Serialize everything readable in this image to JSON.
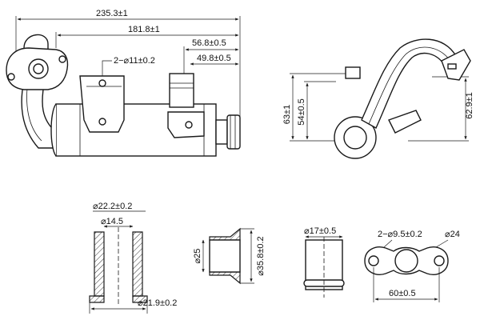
{
  "dimensions": {
    "overall_length": "235.3±1",
    "body_length": "181.8±1",
    "port_offset_a": "56.8±0.5",
    "port_offset_b": "49.8±0.5",
    "bracket_holes": "2−⌀11±0.2",
    "side_height_total": "63±1",
    "side_height_mid": "54±0.5",
    "side_height_flange": "62.9±1",
    "fitting_outer_dia": "⌀22.2±0.2",
    "fitting_inner_dia": "⌀14.5",
    "fitting_base_dia": "⌀21.9±0.2",
    "collar_inner_dia": "⌀25",
    "collar_outer_dia": "⌀35.8±0.2",
    "pipe_dia": "⌀17±0.5",
    "flange_holes": "2−⌀9.5±0.2",
    "flange_bore": "⌀24",
    "flange_hole_spacing": "60±0.5"
  }
}
